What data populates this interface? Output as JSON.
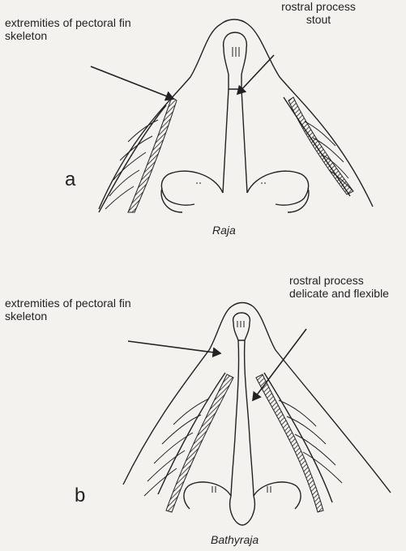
{
  "panel_a": {
    "label_pectoral": [
      "extremities of pectoral fin",
      "skeleton"
    ],
    "label_rostral": [
      "rostral process",
      "stout"
    ],
    "letter": "a",
    "genus": "Raja"
  },
  "panel_b": {
    "label_pectoral": [
      "extremities of pectoral fin",
      "skeleton"
    ],
    "label_rostral": [
      "rostral process",
      "delicate and flexible"
    ],
    "letter": "b",
    "genus": "Bathyraja"
  }
}
